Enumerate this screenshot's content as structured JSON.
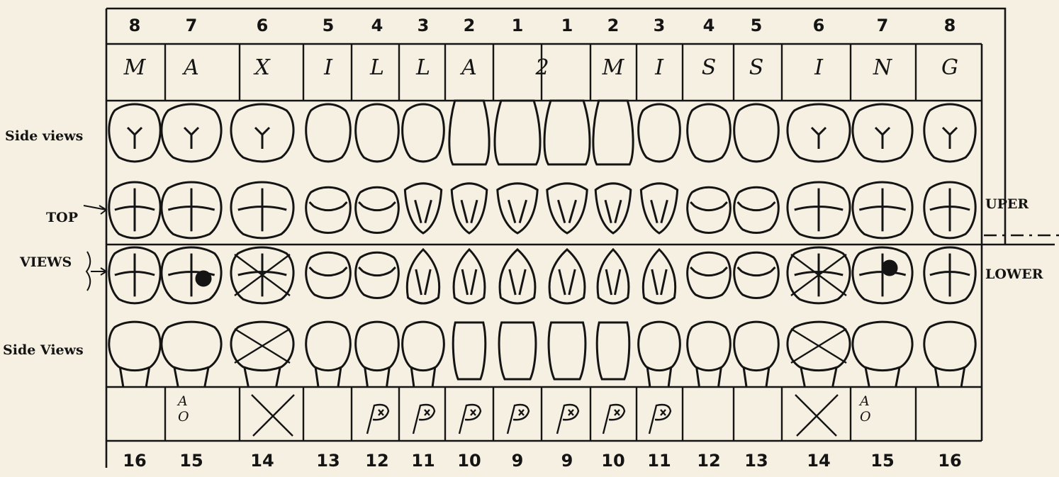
{
  "labels": {
    "side_views_top": "Side views",
    "top": "TOP",
    "views": "VIEWS",
    "side_views_bottom": "Side Views",
    "upper": "UPER",
    "lower": "LOWER"
  },
  "top_numbers": [
    "8",
    "7",
    "6",
    "5",
    "4",
    "3",
    "2",
    "1",
    "1",
    "2",
    "3",
    "4",
    "5",
    "6",
    "7",
    "8"
  ],
  "bottom_numbers": [
    "16",
    "15",
    "14",
    "13",
    "12",
    "11",
    "10",
    "9",
    "9",
    "10",
    "11",
    "12",
    "13",
    "14",
    "15",
    "16"
  ],
  "upper_letters": [
    "M",
    "A",
    "X",
    "I",
    "L",
    "L",
    "A",
    "2",
    "M",
    "I",
    "S",
    "S",
    "I",
    "N",
    "G"
  ],
  "lower_marks": {
    "left_15": "A",
    "left_15b": "O",
    "right_15": "A",
    "right_15b": "O"
  }
}
